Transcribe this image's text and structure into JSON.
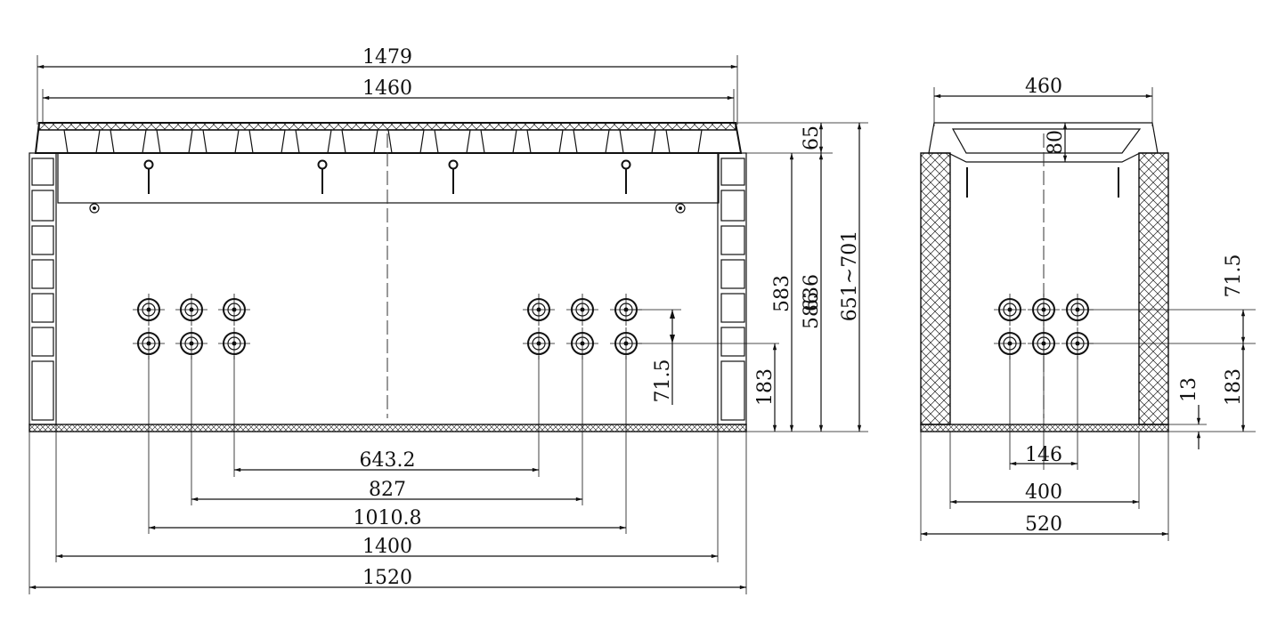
{
  "front_view": {
    "dims": {
      "overall_top": "1479",
      "inner_top": "1460",
      "grate_height": "65",
      "h_583": "583",
      "h_586": "586",
      "h_636": "636",
      "h_range": "651~701",
      "pipe_spacing": "71.5",
      "pipe_height": "183",
      "d_643": "643.2",
      "d_827": "827",
      "d_1010": "1010.8",
      "d_1400": "1400",
      "d_1520": "1520"
    }
  },
  "side_view": {
    "dims": {
      "top": "460",
      "grate_depth": "80",
      "pipe_spacing": "71.5",
      "pipe_height": "183",
      "base_thick": "13",
      "pipe_pitch": "146",
      "inner": "400",
      "outer": "520"
    }
  }
}
